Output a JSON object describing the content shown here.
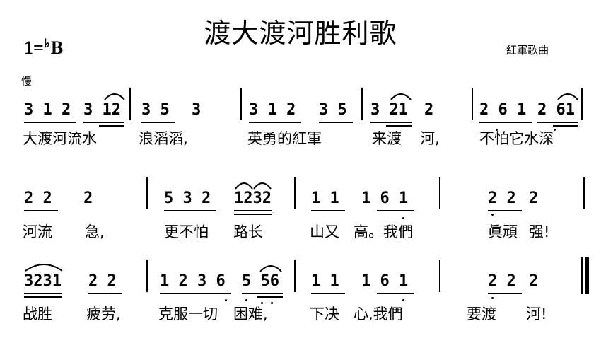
{
  "title": "渡大渡河胜利歌",
  "key": {
    "prefix": "1=",
    "flat": "♭",
    "note": "B"
  },
  "credit": "紅軍歌曲",
  "tempo": "慢",
  "rows": [
    {
      "notes": [
        "3 1 2",
        "3 12",
        "3 5",
        "3",
        "3 1 2",
        "3 5",
        "3 21",
        "2",
        "2 6 1",
        "2 61"
      ],
      "lyrics": [
        "大渡河流水",
        "浪滔滔,",
        "英勇的紅軍",
        "来渡",
        "河,",
        "不怕它水深"
      ]
    },
    {
      "notes": [
        "2 2",
        "2",
        "5 3 2",
        "1232",
        "1 1",
        "1 6 1",
        "2 2",
        "2"
      ],
      "lyrics": [
        "河流",
        "急,",
        "更不怕",
        "路长",
        "山又",
        "高。我們",
        "眞頑",
        "强!"
      ]
    },
    {
      "notes": [
        "3231",
        "2 2",
        "1 2 3 6",
        "5 56",
        "1 1",
        "1 6 1",
        "2 2",
        "2"
      ],
      "lyrics": [
        "战胜",
        "疲劳,",
        "克服一切",
        "困难,",
        "下决",
        "心,我們",
        "要渡",
        "河!"
      ]
    }
  ]
}
